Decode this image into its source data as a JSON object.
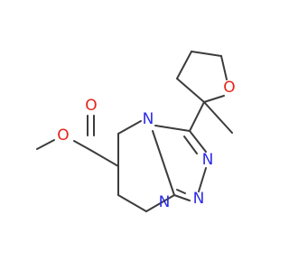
{
  "molecule": {
    "colors": {
      "bond": "#3c3c3c",
      "oxygen": "#e8221a",
      "nitrogen": "#2b2bea",
      "background": "#ffffff"
    },
    "atom_labels": {
      "ester_carbonyl_o": "O",
      "ester_ether_o": "O",
      "ring_n_bridgehead": "N",
      "ring_n_a": "N",
      "ring_n_b": "N",
      "ring_n_c": "N",
      "thf_o": "O"
    }
  }
}
